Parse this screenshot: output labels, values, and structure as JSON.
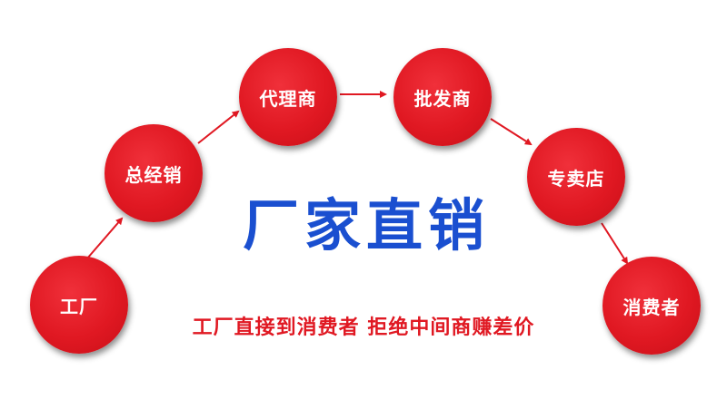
{
  "nodes": [
    {
      "label": "工厂"
    },
    {
      "label": "总经销"
    },
    {
      "label": "代理商"
    },
    {
      "label": "批发商"
    },
    {
      "label": "专卖店"
    },
    {
      "label": "消费者"
    }
  ],
  "title": "厂家直销",
  "subtitle": "工厂直接到消费者 拒绝中间商赚差价",
  "colors": {
    "node_fill": "#e01822",
    "arrow": "#e01822",
    "title": "#1a4fd0",
    "subtitle": "#e01822"
  }
}
